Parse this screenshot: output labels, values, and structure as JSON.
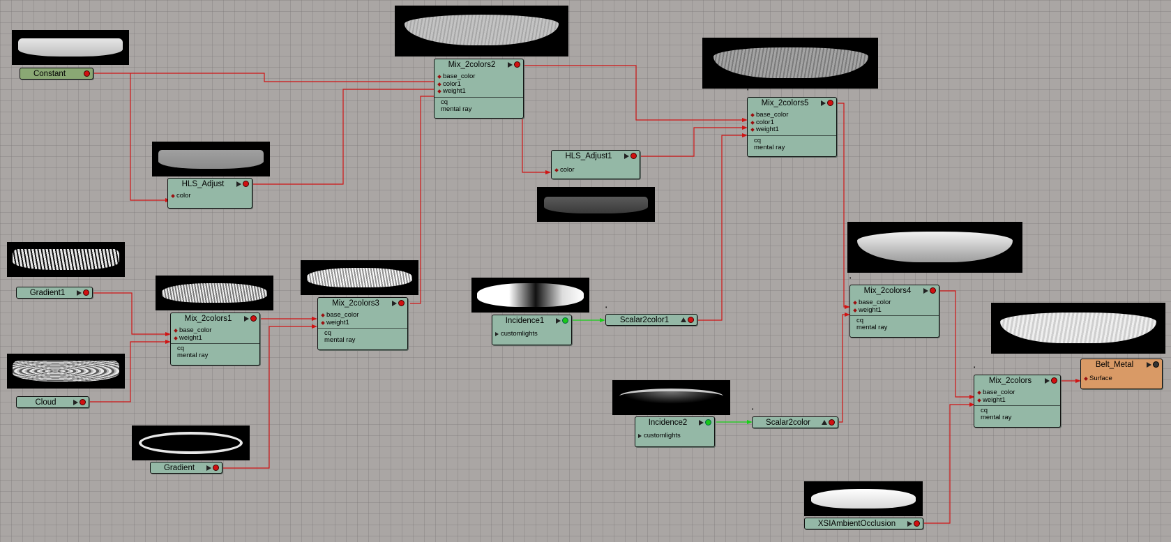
{
  "window": {
    "view": "render-tree"
  },
  "colors": {
    "node": "#94b8a6",
    "constant": "#8aa874",
    "output": "#d99a66",
    "wire": "#d01414",
    "scalar_wire": "#18d018",
    "canvas": "#aaa6a4"
  },
  "nodes": {
    "constant": {
      "title": "Constant"
    },
    "hls_adjust": {
      "title": "HLS_Adjust",
      "ports": [
        "color"
      ]
    },
    "mix2": {
      "title": "Mix_2colors2",
      "ports": [
        "base_color",
        "color1",
        "weight1"
      ],
      "meta": [
        "cq",
        "mental ray"
      ]
    },
    "hls_adjust1": {
      "title": "HLS_Adjust1",
      "ports": [
        "color"
      ]
    },
    "mix5": {
      "title": "Mix_2colors5",
      "ports": [
        "base_color",
        "color1",
        "weight1"
      ],
      "meta": [
        "cq",
        "mental ray"
      ]
    },
    "gradient1": {
      "title": "Gradient1"
    },
    "mix1": {
      "title": "Mix_2colors1",
      "ports": [
        "base_color",
        "weight1"
      ],
      "meta": [
        "cq",
        "mental ray"
      ]
    },
    "mix3": {
      "title": "Mix_2colors3",
      "ports": [
        "base_color",
        "weight1"
      ],
      "meta": [
        "cq",
        "mental ray"
      ]
    },
    "cloud": {
      "title": "Cloud"
    },
    "gradient": {
      "title": "Gradient"
    },
    "incidence1": {
      "title": "Incidence1",
      "ports": [
        "customlights"
      ]
    },
    "scalar2color1": {
      "title": "Scalar2color1"
    },
    "incidence2": {
      "title": "Incidence2",
      "ports": [
        "customlights"
      ]
    },
    "scalar2color": {
      "title": "Scalar2color"
    },
    "mix4": {
      "title": "Mix_2colors4",
      "ports": [
        "base_color",
        "weight1"
      ],
      "meta": [
        "cq",
        "mental ray"
      ]
    },
    "mix": {
      "title": "Mix_2colors",
      "ports": [
        "base_color",
        "weight1"
      ],
      "meta": [
        "cq",
        "mental ray"
      ]
    },
    "belt_metal": {
      "title": "Belt_Metal",
      "ports": [
        "Surface"
      ]
    },
    "ambient_occlusion": {
      "title": "XSIAmbientOcclusion"
    }
  },
  "icons": {
    "output_port": "triangle-right-icon",
    "scalar_output": "triangle-up-icon",
    "connected_port": "red-dot-icon",
    "input_port": "diamond-icon"
  },
  "hint_mark": "''"
}
